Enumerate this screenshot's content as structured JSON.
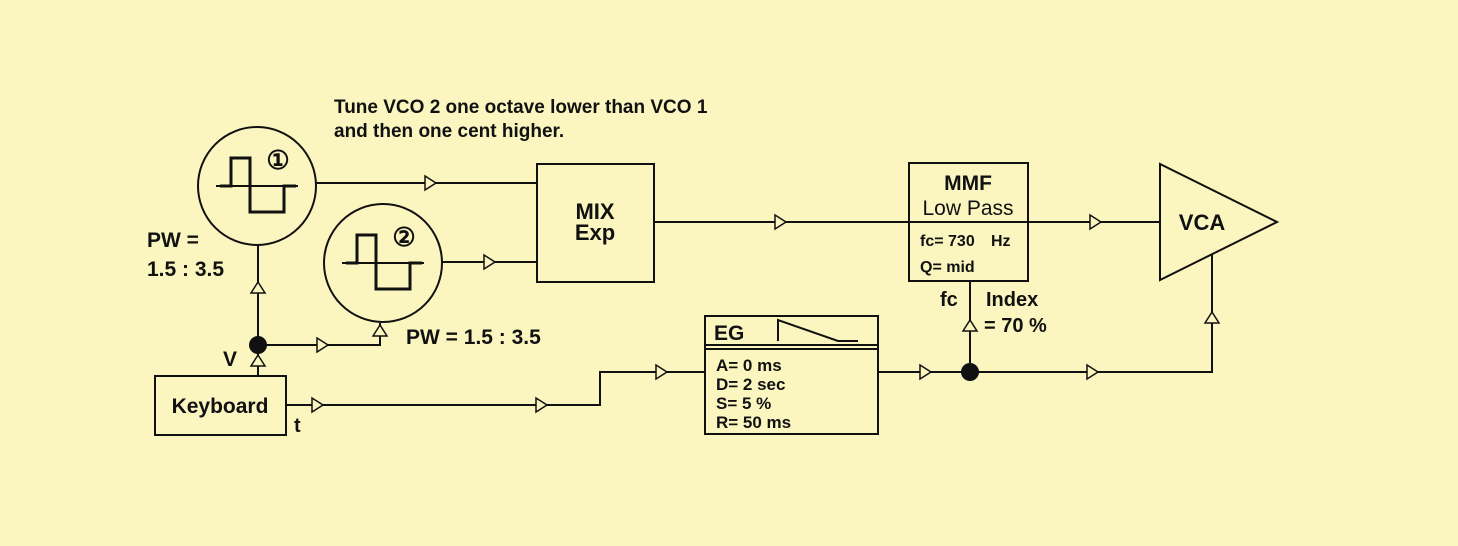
{
  "note": {
    "line1": "Tune VCO 2 one octave lower than VCO 1",
    "line2": "and then one cent higher."
  },
  "vco1": {
    "number": "①",
    "pw_label": "PW =",
    "pw_value": "1.5 : 3.5"
  },
  "vco2": {
    "number": "②",
    "pw": "PW = 1.5 : 3.5"
  },
  "mix": {
    "line1": "MIX",
    "line2": "Exp"
  },
  "mmf": {
    "title": "MMF",
    "subtitle": "Low Pass",
    "fc": "fc= 730",
    "fc_unit": "Hz",
    "q": "Q= mid",
    "input_label": "fc",
    "index_label": "Index",
    "index_value": "= 70 %"
  },
  "vca": {
    "label": "VCA"
  },
  "keyboard": {
    "label": "Keyboard",
    "v_out": "V",
    "t_out": "t"
  },
  "eg": {
    "title": "EG",
    "attack": "A= 0 ms",
    "decay": "D= 2 sec",
    "sustain": "S= 5 %",
    "release": "R= 50 ms"
  },
  "colors": {
    "background": "#fbf6c0",
    "ink": "#111111"
  }
}
